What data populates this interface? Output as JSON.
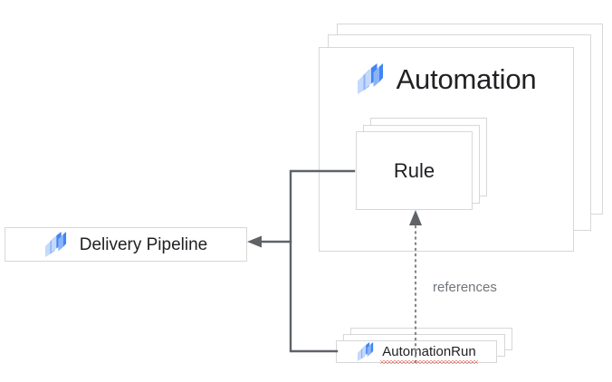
{
  "diagram": {
    "type": "entity-relationship",
    "background_color": "#ffffff",
    "border_color": "#d7d7d7",
    "connector_color": "#5f6368",
    "dotted_connector_color": "#80868b",
    "text_color": "#202124",
    "label_color": "#70757a",
    "spellcheck_underline_color": "#ea2b1f"
  },
  "nodes": {
    "automation": {
      "label": "Automation",
      "icon": "cloud-deploy-icon",
      "stack_layers": 3,
      "is_container": true
    },
    "rule": {
      "label": "Rule",
      "stack_layers": 3,
      "parent": "Automation"
    },
    "delivery_pipeline": {
      "label": "Delivery Pipeline",
      "icon": "cloud-deploy-icon",
      "stack_layers": 1
    },
    "automation_run": {
      "label": "AutomationRun",
      "icon": "cloud-deploy-icon",
      "stack_layers": 3,
      "spellcheck_flagged": true
    }
  },
  "edges": [
    {
      "id": "rule-to-delivery-pipeline",
      "from": "Rule",
      "to": "Delivery Pipeline",
      "style": "solid",
      "arrowhead": "filled-triangle",
      "label": ""
    },
    {
      "id": "automationrun-to-delivery-pipeline",
      "from": "AutomationRun",
      "to": "Delivery Pipeline",
      "style": "solid",
      "arrowhead": "filled-triangle",
      "label": ""
    },
    {
      "id": "automationrun-references-rule",
      "from": "AutomationRun",
      "to": "Rule",
      "style": "dotted",
      "arrowhead": "filled-triangle",
      "label": "references"
    }
  ],
  "icon_colors": {
    "light": "#c5d9fb",
    "mid": "#8ab4f8",
    "dark": "#4285f4"
  }
}
